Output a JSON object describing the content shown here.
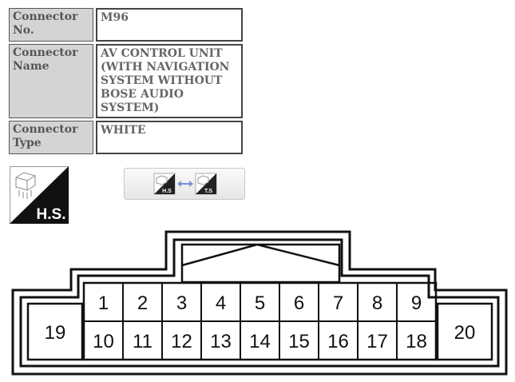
{
  "connector_info": {
    "rows": [
      {
        "label": "Connector No.",
        "label_lines": [
          "Connector",
          "No."
        ],
        "value_lines": [
          "M96"
        ]
      },
      {
        "label": "Connector Name",
        "label_lines": [
          "Connector",
          "Name"
        ],
        "value_lines": [
          "AV CONTROL UNIT",
          "(WITH NAVIGATION",
          "SYSTEM WITHOUT",
          "BOSE AUDIO",
          "SYSTEM)"
        ]
      },
      {
        "label": "Connector Type",
        "label_lines": [
          "Connector",
          "Type"
        ],
        "value_lines": [
          "WHITE"
        ]
      }
    ]
  },
  "icons": {
    "harness_side": "H.S.",
    "toggle_left": "H.S",
    "toggle_right": "T.S"
  },
  "pins": {
    "top_row": [
      "1",
      "2",
      "3",
      "4",
      "5",
      "6",
      "7",
      "8",
      "9"
    ],
    "bottom_row": [
      "10",
      "11",
      "12",
      "13",
      "14",
      "15",
      "16",
      "17",
      "18"
    ],
    "left": "19",
    "right": "20"
  }
}
